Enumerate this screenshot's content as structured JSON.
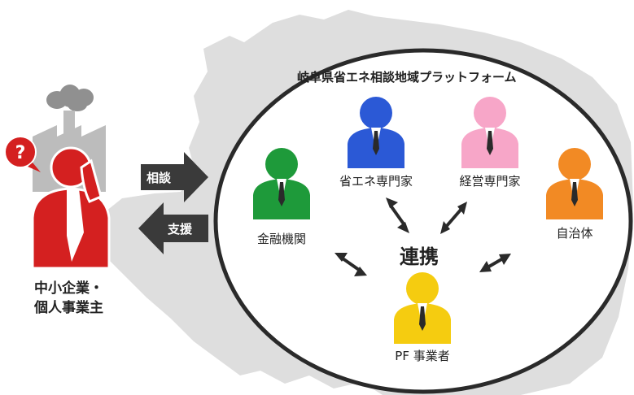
{
  "platform": {
    "title": "岐阜県省エネ相談地域プラットフォーム"
  },
  "business": {
    "label_line1": "中小企業・",
    "label_line2": "個人事業主"
  },
  "flows": {
    "consult": "相談",
    "support": "支援"
  },
  "center": {
    "label": "連携"
  },
  "members": {
    "finance": {
      "label": "金融機関",
      "color": "#1e9a3a"
    },
    "energy_expert": {
      "label": "省エネ専門家",
      "color": "#2b59d6"
    },
    "management_expert": {
      "label": "経営専門家",
      "color": "#f7a6c8"
    },
    "municipality": {
      "label": "自治体",
      "color": "#f28a24"
    },
    "pf_operator": {
      "label": "PF 事業者",
      "color": "#f5cc10"
    }
  },
  "colors": {
    "client": "#d42020",
    "question_badge": "#d42020",
    "map": "#dedede",
    "factory": "#bcbcbc",
    "smoke": "#909090",
    "arrow": "#3a3a3a"
  }
}
